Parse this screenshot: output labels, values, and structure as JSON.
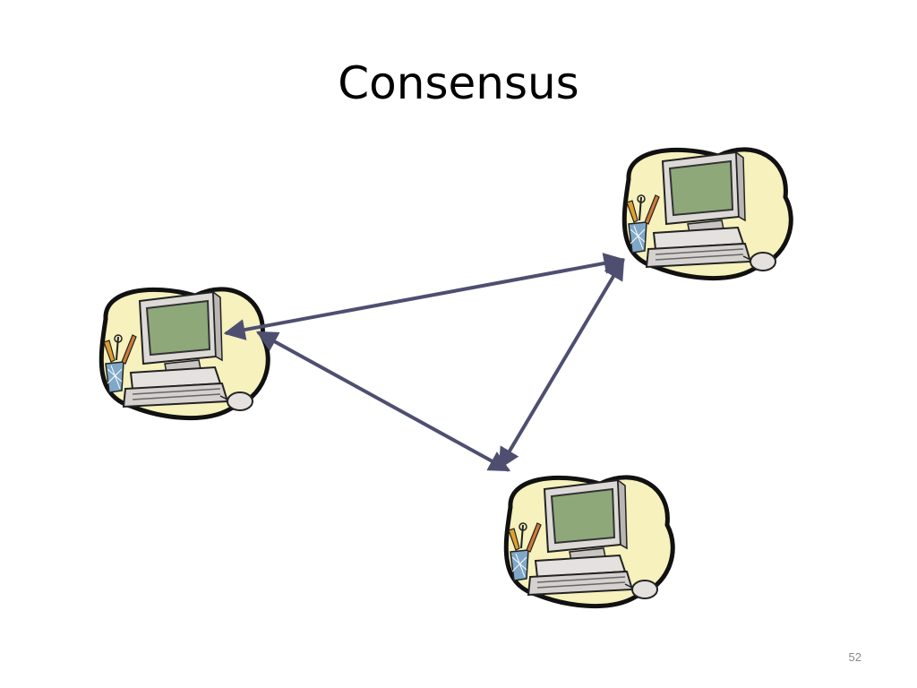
{
  "slide": {
    "title": "Consensus",
    "page_number": "52"
  },
  "nodes": [
    {
      "id": "computer-left",
      "icon": "computer-icon"
    },
    {
      "id": "computer-top-right",
      "icon": "computer-icon"
    },
    {
      "id": "computer-bottom",
      "icon": "computer-icon"
    }
  ],
  "edges": [
    {
      "from": "computer-left",
      "to": "computer-top-right",
      "direction": "bidirectional"
    },
    {
      "from": "computer-left",
      "to": "computer-bottom",
      "direction": "bidirectional"
    },
    {
      "from": "computer-top-right",
      "to": "computer-bottom",
      "direction": "bidirectional"
    }
  ],
  "colors": {
    "arrow": "#4e4f70",
    "blob": "#f6f1bd",
    "screen": "#8ea87a",
    "monitor": "#d8d5d2",
    "outline": "#1a1a1a"
  }
}
